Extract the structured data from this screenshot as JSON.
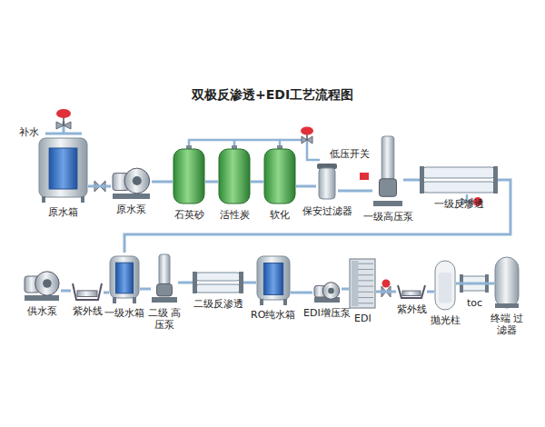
{
  "diagram": {
    "title": "双极反渗透+EDI工艺流程图",
    "nodes": [
      {
        "text": [
          "原水箱"
        ]
      },
      {
        "text": [
          "原水泵"
        ]
      },
      {
        "text": [
          "石英砂"
        ]
      },
      {
        "text": [
          "活性炭"
        ]
      },
      {
        "text": [
          "软化"
        ]
      },
      {
        "text": [
          "保安过滤器"
        ]
      },
      {
        "text": [
          "一级高压泵"
        ]
      },
      {
        "text": [
          "一级反渗透"
        ]
      },
      {
        "text": [
          "供水泵"
        ]
      },
      {
        "text": [
          "紫外线"
        ]
      },
      {
        "text": [
          "一级水箱"
        ]
      },
      {
        "text": [
          "二级 高压泵"
        ]
      },
      {
        "text": [
          "二级反渗透"
        ]
      },
      {
        "text": [
          "RO纯水箱"
        ]
      },
      {
        "text": [
          "EDI增压泵"
        ]
      },
      {
        "text": [
          "EDI"
        ]
      },
      {
        "text": [
          "紫外线"
        ]
      },
      {
        "text": [
          "抛光柱"
        ]
      },
      {
        "text": [
          "终端 过滤器"
        ]
      }
    ],
    "edges": [
      {
        "from": 0,
        "to": 1,
        "arrow": "none"
      },
      {
        "from": 1,
        "to": 2,
        "arrow": "none"
      },
      {
        "from": 2,
        "to": 3,
        "arrow": "none"
      },
      {
        "from": 3,
        "to": 4,
        "arrow": "none"
      },
      {
        "from": 4,
        "to": 5,
        "arrow": "none"
      },
      {
        "from": 5,
        "to": 6,
        "arrow": "none"
      },
      {
        "from": 6,
        "to": 7,
        "arrow": "none"
      },
      {
        "from": 7,
        "to": 10,
        "arrow": "none"
      },
      {
        "from": 10,
        "to": 9,
        "arrow": "none"
      },
      {
        "from": 9,
        "to": 8,
        "arrow": "none"
      },
      {
        "from": 10,
        "to": 11,
        "arrow": "none"
      },
      {
        "from": 11,
        "to": 12,
        "arrow": "none"
      },
      {
        "from": 12,
        "to": 13,
        "arrow": "none"
      },
      {
        "from": 13,
        "to": 14,
        "arrow": "none"
      },
      {
        "from": 14,
        "to": 15,
        "arrow": "none"
      },
      {
        "from": 15,
        "to": 16,
        "arrow": "none"
      },
      {
        "from": 16,
        "to": 17,
        "arrow": "none"
      },
      {
        "from": 17,
        "to": 18,
        "arrow": "none"
      }
    ],
    "labels": [
      "补水",
      "低压开关",
      "toc"
    ]
  }
}
